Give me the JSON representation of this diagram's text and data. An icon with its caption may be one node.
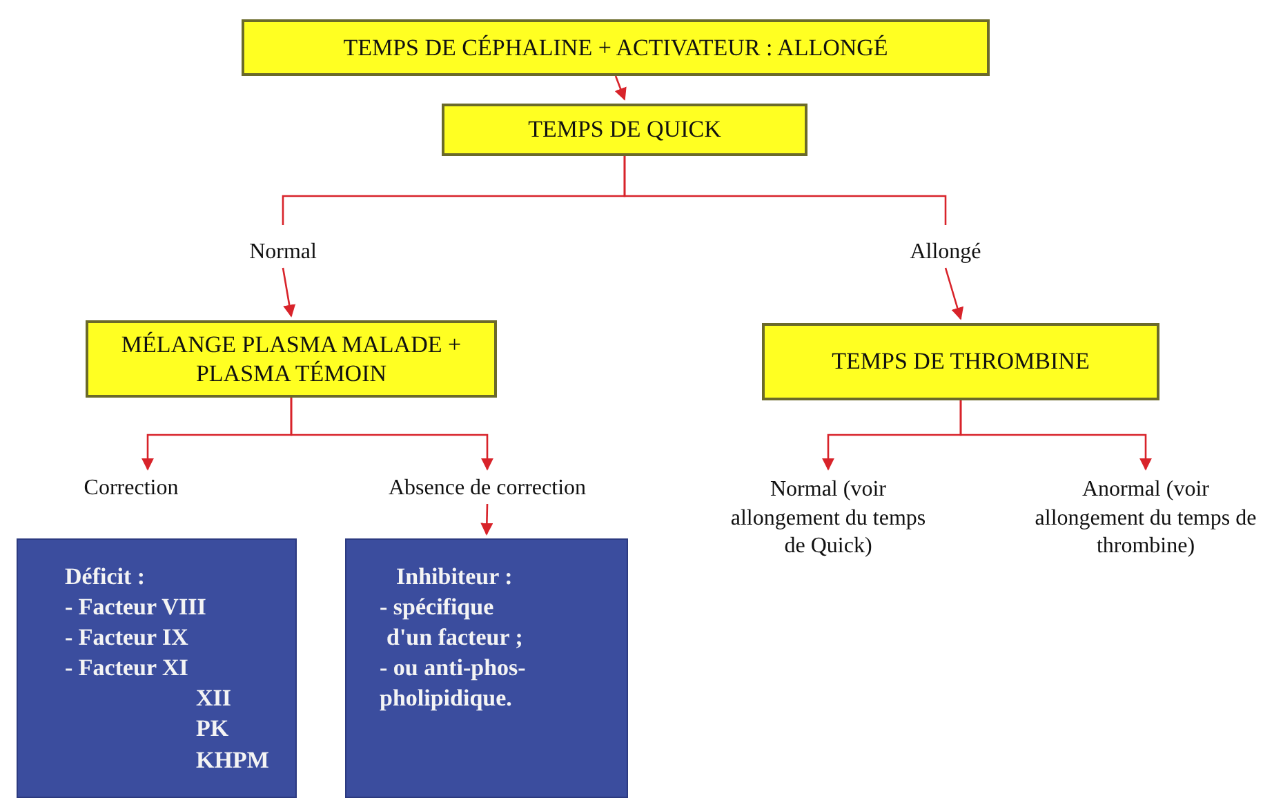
{
  "diagram": {
    "nodes": [
      {
        "text": [
          "TEMPS DE CÉPHALINE + ACTIVATEUR :  ALLONGÉ"
        ]
      },
      {
        "text": [
          "TEMPS DE QUICK"
        ]
      },
      {
        "text": [
          "Normal"
        ]
      },
      {
        "text": [
          "Allongé"
        ]
      },
      {
        "text": [
          "MÉLANGE PLASMA MALADE + PLASMA TÉMOIN"
        ]
      },
      {
        "text": [
          "TEMPS DE THROMBINE"
        ]
      },
      {
        "text": [
          "Correction"
        ]
      },
      {
        "text": [
          "Absence de correction"
        ]
      },
      {
        "text": [
          "Normal (voir allongement du temps de Quick)"
        ]
      },
      {
        "text": [
          "Anormal (voir allongement du temps de thrombine)"
        ]
      },
      {
        "text": [
          "Déficit :",
          "- Facteur VIII",
          "- Facteur IX",
          "- Facteur XI",
          "XII",
          "PK",
          "KHPM"
        ]
      },
      {
        "text": [
          "Inhibiteur :",
          "- spécifique",
          "d'un facteur ;",
          "- ou anti-phos-",
          "pholipidique."
        ]
      }
    ],
    "edges": [
      {
        "from": 0,
        "to": 1,
        "arrow": "to"
      },
      {
        "from": 1,
        "to": 2,
        "arrow": "none"
      },
      {
        "from": 1,
        "to": 3,
        "arrow": "none"
      },
      {
        "from": 2,
        "to": 4,
        "arrow": "to"
      },
      {
        "from": 3,
        "to": 5,
        "arrow": "to"
      },
      {
        "from": 4,
        "to": 6,
        "arrow": "to"
      },
      {
        "from": 4,
        "to": 7,
        "arrow": "to"
      },
      {
        "from": 5,
        "to": 8,
        "arrow": "to"
      },
      {
        "from": 5,
        "to": 9,
        "arrow": "to"
      },
      {
        "from": 7,
        "to": 11,
        "arrow": "to"
      }
    ]
  }
}
